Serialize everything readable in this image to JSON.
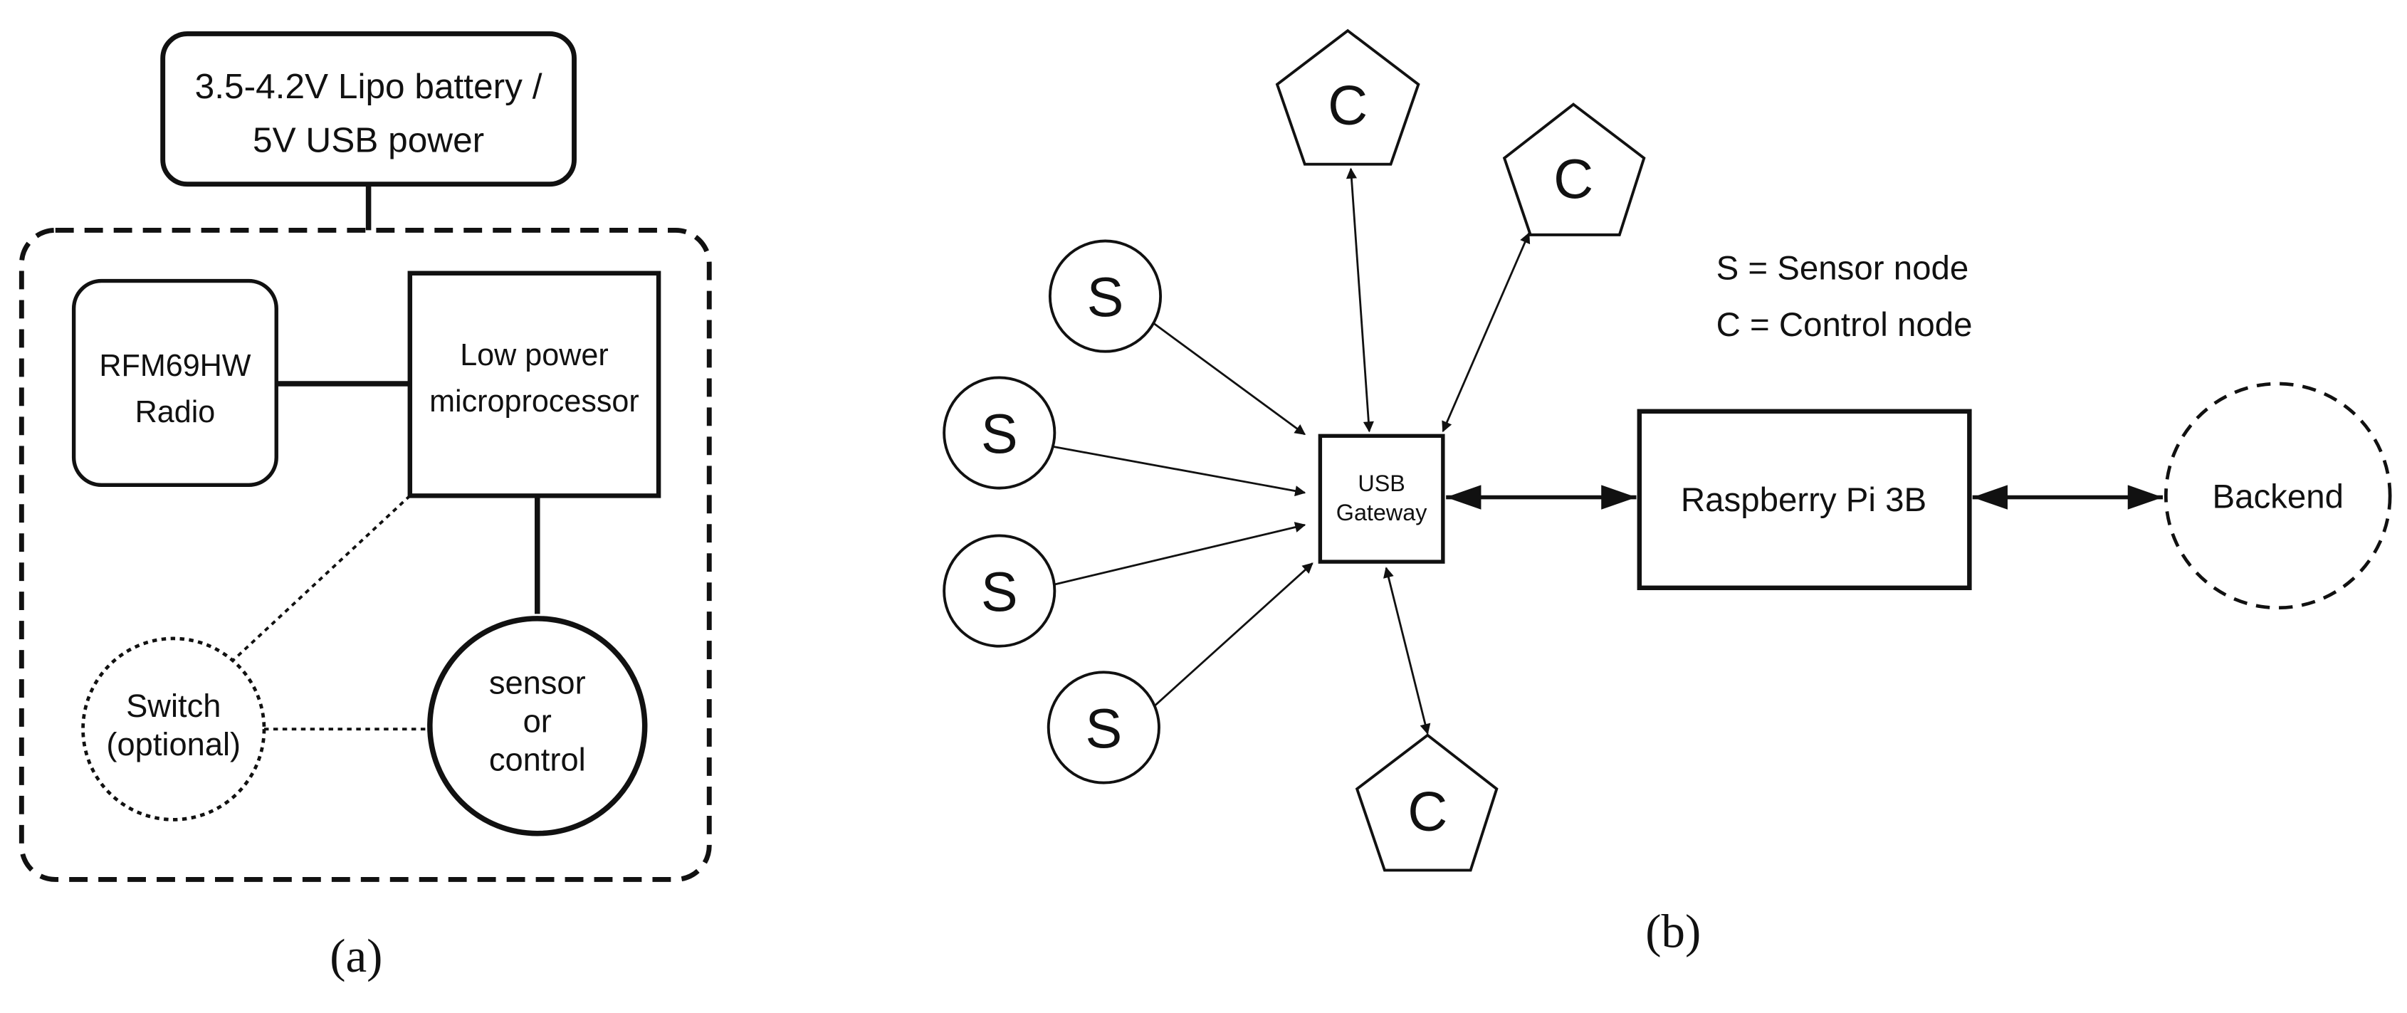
{
  "panel_a": {
    "caption": "(a)",
    "power_box": {
      "line1": "3.5-4.2V Lipo battery /",
      "line2": "5V USB power"
    },
    "radio": {
      "line1": "RFM69HW",
      "line2": "Radio"
    },
    "processor": {
      "line1": "Low power",
      "line2": "microprocessor"
    },
    "switch": {
      "line1": "Switch",
      "line2": "(optional)"
    },
    "sensor_control": {
      "line1": "sensor",
      "line2": "or",
      "line3": "control"
    }
  },
  "panel_b": {
    "caption": "(b)",
    "legend": {
      "sensor": "S = Sensor node",
      "control": "C = Control node"
    },
    "sensor_label": "S",
    "control_label": "C",
    "gateway": {
      "line1": "USB",
      "line2": "Gateway"
    },
    "raspberry": "Raspberry Pi 3B",
    "backend": "Backend"
  }
}
